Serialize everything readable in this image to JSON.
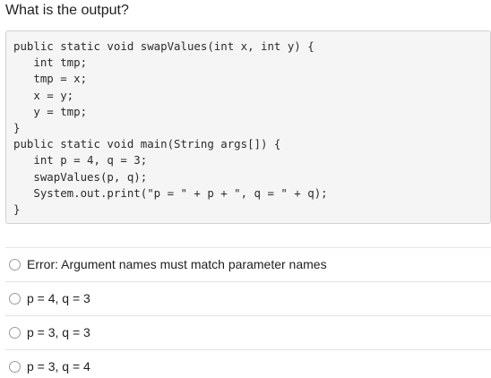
{
  "question": {
    "text": "What is the output?"
  },
  "code": {
    "lines": [
      "public static void swapValues(int x, int y) {",
      "   int tmp;",
      "   tmp = x;",
      "   x = y;",
      "   y = tmp;",
      "}",
      "public static void main(String args[]) {",
      "   int p = 4, q = 3;",
      "   swapValues(p, q);",
      "   System.out.print(\"p = \" + p + \", q = \" + q);",
      "}"
    ]
  },
  "choices": [
    {
      "label": "Error: Argument names must match parameter names",
      "selected": false
    },
    {
      "label": "p = 4, q = 3",
      "selected": false
    },
    {
      "label": "p = 3, q = 3",
      "selected": false
    },
    {
      "label": "p = 3, q = 4",
      "selected": false
    }
  ]
}
